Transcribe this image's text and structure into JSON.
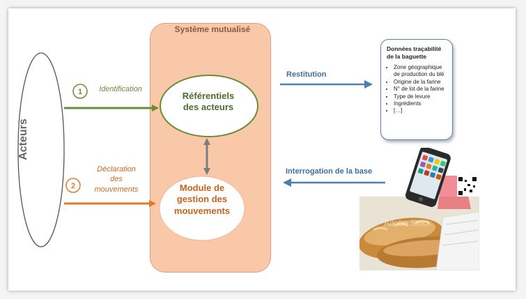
{
  "system": {
    "title": "Système mutualisé"
  },
  "actors": {
    "label": "Acteurs"
  },
  "nodes": {
    "referentiels": "Référentiels\ndes acteurs",
    "module": "Module de\ngestion des\nmouvements"
  },
  "steps": [
    {
      "number": "1",
      "label": "Identification"
    },
    {
      "number": "2",
      "label": "Déclaration\ndes\nmouvements"
    }
  ],
  "arrows": {
    "restitution": "Restitution",
    "interrogation": "Interrogation de la base"
  },
  "card": {
    "title": "Données traçabilité de la baguette",
    "items": [
      "Zone géographique de production du blé",
      "Origine de la farine",
      "N° de lot de la farine",
      "Type de levure",
      "Ingrédients",
      "[…]"
    ]
  },
  "colors": {
    "system_fill": "#f9c8a8",
    "green": "#6b8c35",
    "orange": "#e07a2a",
    "blue": "#4f7db0"
  }
}
